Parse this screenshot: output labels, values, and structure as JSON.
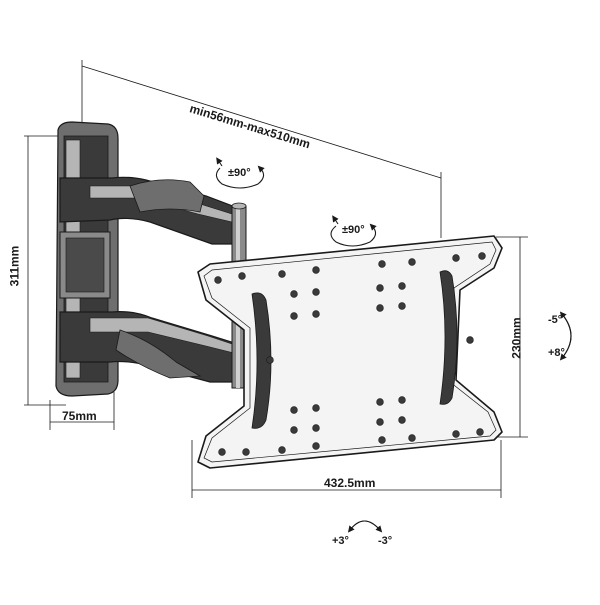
{
  "dimensions": {
    "arm_extension": "min56mm-max510mm",
    "mount_height": "311mm",
    "wall_plate_depth": "75mm",
    "plate_height": "230mm",
    "plate_width": "432.5mm"
  },
  "rotations": {
    "arm_swivel": "±90°",
    "plate_swivel": "±90°",
    "tilt_down": "-5°",
    "tilt_up": "+8°",
    "level_plus": "+3°",
    "level_minus": "-3°"
  },
  "colors": {
    "line": "#1a1a1a",
    "body_dark": "#3a3a3a",
    "body_mid": "#6e6e6e",
    "body_light": "#b5b5b5",
    "plate": "#f4f4f4"
  }
}
